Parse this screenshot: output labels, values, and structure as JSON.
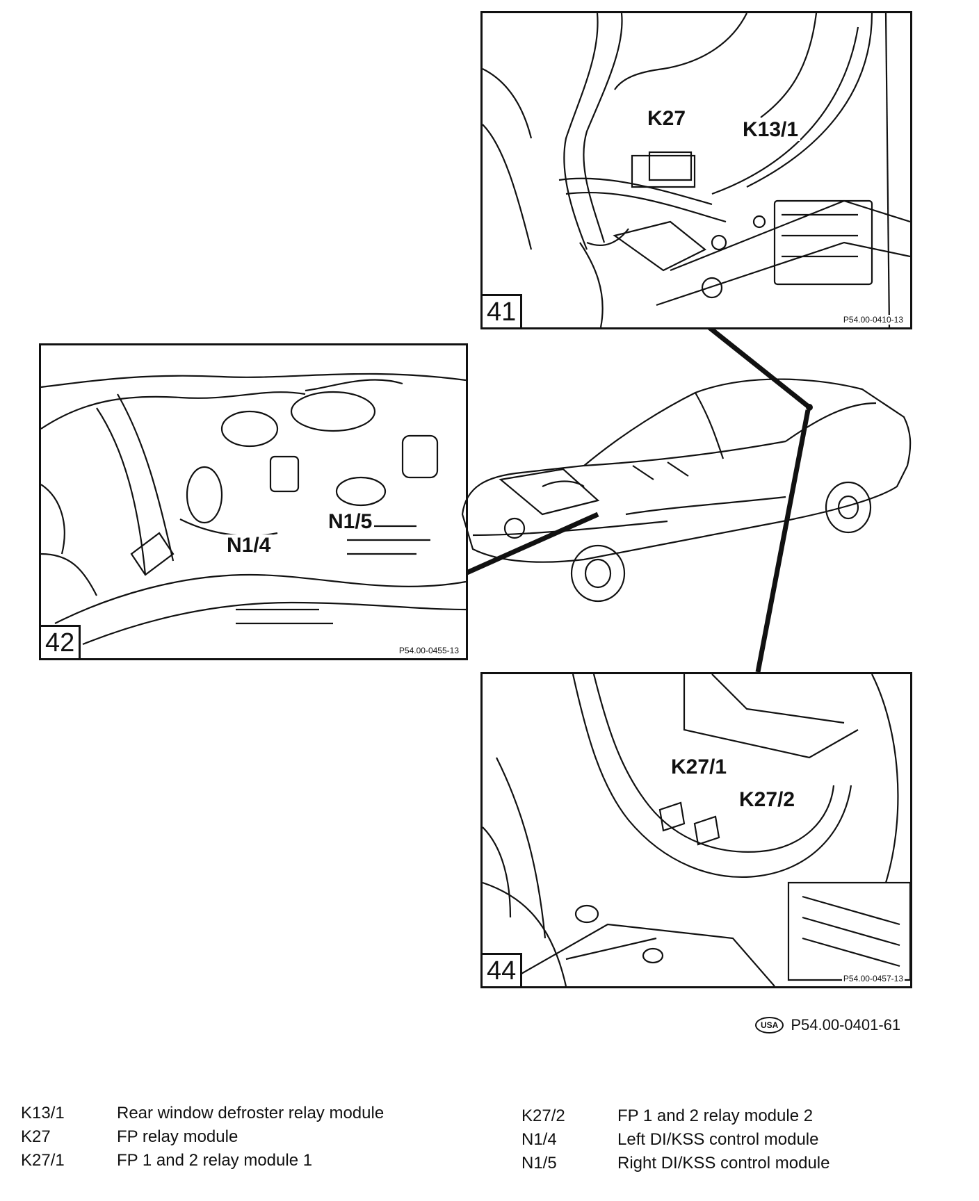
{
  "panels": [
    {
      "number": "41",
      "image_code": "P54.00-0410-13",
      "callouts": [
        "K27",
        "K13/1"
      ]
    },
    {
      "number": "42",
      "image_code": "P54.00-0455-13",
      "callouts": [
        "N1/4",
        "N1/5"
      ]
    },
    {
      "number": "44",
      "image_code": "P54.00-0457-13",
      "callouts": [
        "K27/1",
        "K27/2"
      ]
    }
  ],
  "figure_ref": {
    "badge": "USA",
    "code": "P54.00-0401-61"
  },
  "legend": [
    {
      "code": "K13/1",
      "description": "Rear window defroster relay module"
    },
    {
      "code": "K27",
      "description": "FP relay module"
    },
    {
      "code": "K27/1",
      "description": "FP 1 and 2 relay module 1"
    },
    {
      "code": "K27/2",
      "description": "FP 1 and 2 relay module 2"
    },
    {
      "code": "N1/4",
      "description": "Left DI/KSS control module"
    },
    {
      "code": "N1/5",
      "description": "Right DI/KSS control module"
    }
  ]
}
